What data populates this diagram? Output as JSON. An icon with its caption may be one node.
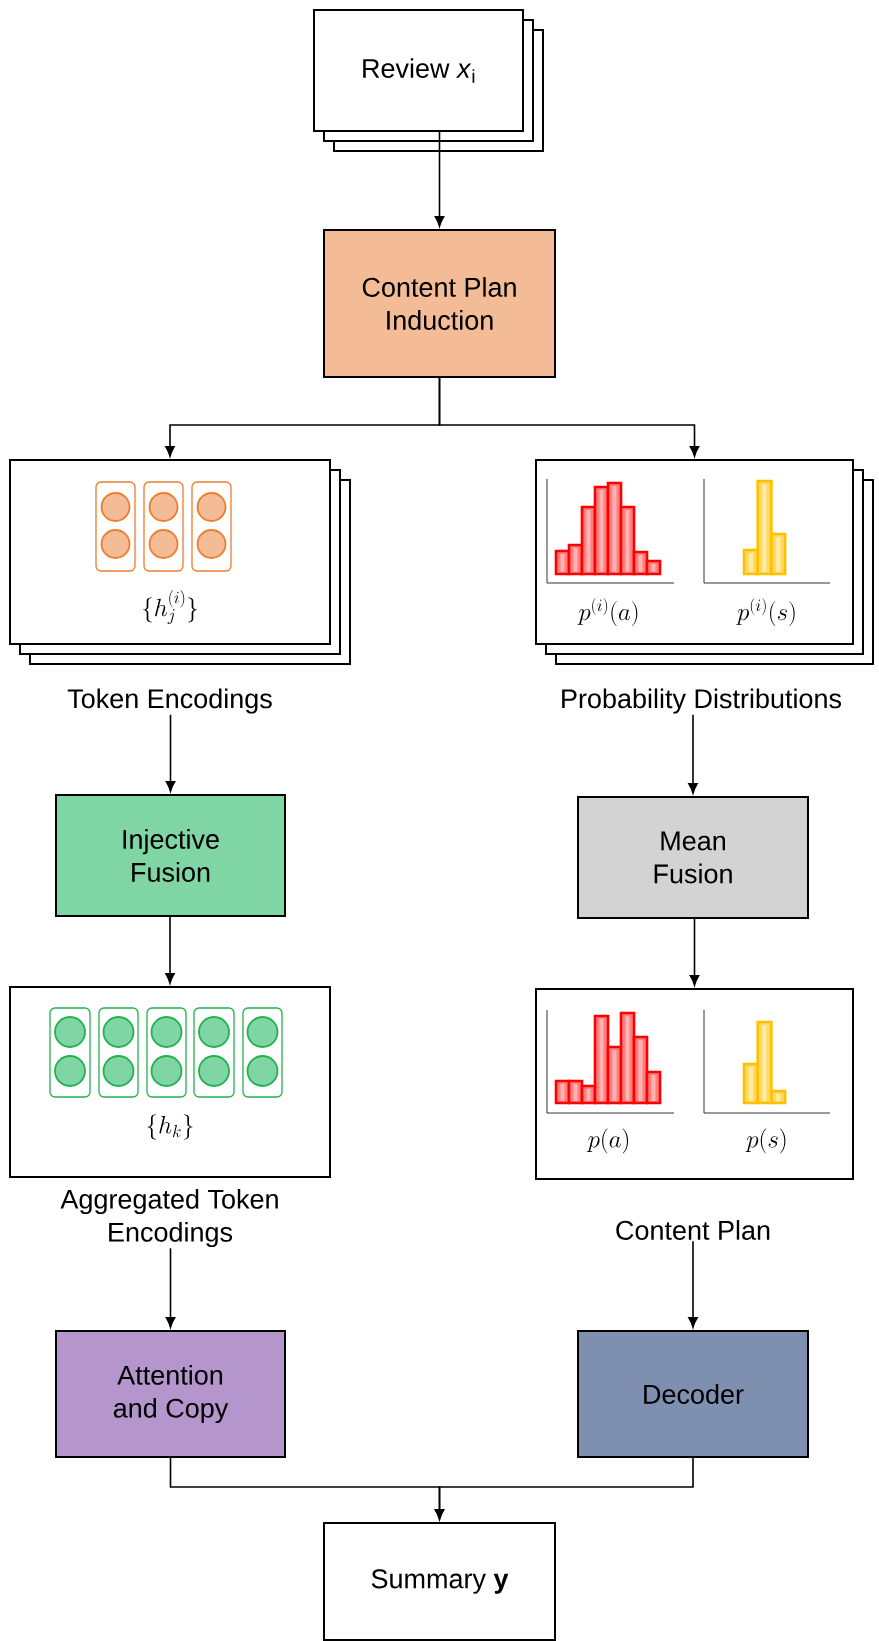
{
  "diagram": {
    "nodes": [
      {
        "text": [
          "Review *x*$_{i}$"
        ]
      },
      {
        "text": [
          "Content Plan Induction"
        ]
      },
      {
        "text": [
          "\\{h_j^{(i)}\\}",
          "Token Encodings"
        ]
      },
      {
        "text": [
          "p^{(i)}(a)",
          "p^{(i)}(s)",
          "Probability Distributions"
        ]
      },
      {
        "text": [
          "Injective Fusion"
        ]
      },
      {
        "text": [
          "Mean Fusion"
        ]
      },
      {
        "text": [
          "\\{h_k\\}",
          "Aggregated Token Encodings"
        ]
      },
      {
        "text": [
          "p(a)",
          "p(s)",
          "Content Plan"
        ]
      },
      {
        "text": [
          "Attention and Copy"
        ]
      },
      {
        "text": [
          "Decoder"
        ]
      },
      {
        "text": [
          "Summary **y**"
        ]
      }
    ],
    "edges": [
      {
        "from": 0,
        "to": 1,
        "arrow": "to"
      },
      {
        "from": 1,
        "to": 2,
        "arrow": "to"
      },
      {
        "from": 1,
        "to": 3,
        "arrow": "to"
      },
      {
        "from": 2,
        "to": 4,
        "arrow": "to"
      },
      {
        "from": 3,
        "to": 5,
        "arrow": "to"
      },
      {
        "from": 4,
        "to": 6,
        "arrow": "to"
      },
      {
        "from": 5,
        "to": 7,
        "arrow": "to"
      },
      {
        "from": 6,
        "to": 8,
        "arrow": "to"
      },
      {
        "from": 7,
        "to": 9,
        "arrow": "to"
      },
      {
        "from": 8,
        "to": 10,
        "arrow": "to"
      },
      {
        "from": 9,
        "to": 10,
        "arrow": "to"
      }
    ]
  }
}
